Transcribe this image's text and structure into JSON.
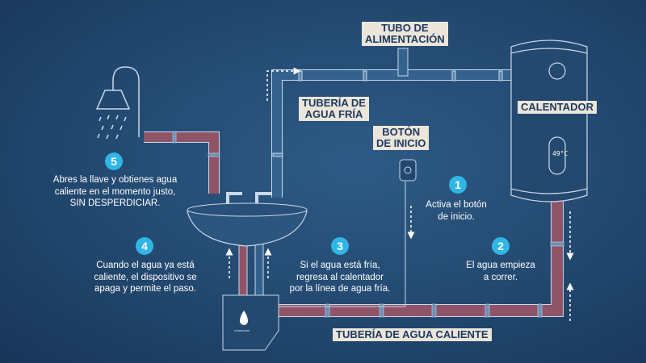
{
  "labels": {
    "feed_pipe": [
      "TUBO DE",
      "ALIMENTACIÓN"
    ],
    "cold_pipe": [
      "TUBERÍA DE",
      "AGUA FRÍA"
    ],
    "start_button": [
      "BOTÓN",
      "DE INICIO"
    ],
    "heater": "CALENTADOR",
    "hot_pipe": "TUBERÍA DE AGUA CALIENTE"
  },
  "steps": [
    {
      "number": "1",
      "lines": [
        "Activa el botón",
        "de inicio."
      ]
    },
    {
      "number": "2",
      "lines": [
        "El agua empieza",
        "a correr."
      ]
    },
    {
      "number": "3",
      "lines": [
        "Si el agua está fría,",
        "regresa al calentador",
        "por la línea de agua fría."
      ]
    },
    {
      "number": "4",
      "lines": [
        "Cuando el agua ya está",
        "caliente, el dispositivo se",
        "apaga y permite el paso."
      ]
    },
    {
      "number": "5",
      "lines": [
        "Abres la llave y obtienes agua",
        "caliente en el momento justo,",
        "SIN DESPERDICIAR."
      ]
    }
  ],
  "heater_display": "49°C",
  "device_logo": "HYDROLOOP",
  "colors": {
    "hot_pipe": "#8f5468",
    "cold_pipe": "#34628e",
    "outline": "#c9d9ea",
    "step_badge": "#2fb6e4",
    "label_bg": "#ebe5da",
    "label_text": "#1e3a60"
  }
}
